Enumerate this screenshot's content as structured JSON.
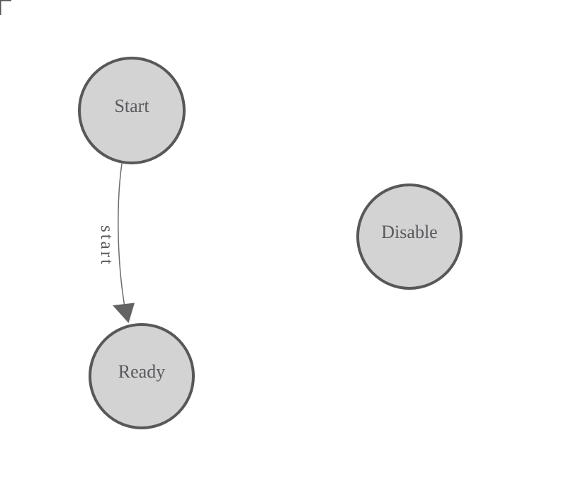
{
  "diagram": {
    "nodes": [
      {
        "id": "start",
        "label": "Start"
      },
      {
        "id": "ready",
        "label": "Ready"
      },
      {
        "id": "disable",
        "label": "Disable"
      }
    ],
    "edges": [
      {
        "from": "start",
        "to": "ready",
        "label": "start"
      }
    ],
    "colors": {
      "background": "#ffffff",
      "node_fill": "#d3d3d3",
      "node_stroke": "#58585a",
      "edge_stroke": "#6b6b6b",
      "arrow_fill": "#636363",
      "label_text": "#5a5a5e",
      "corner_mark": "#555557"
    }
  }
}
